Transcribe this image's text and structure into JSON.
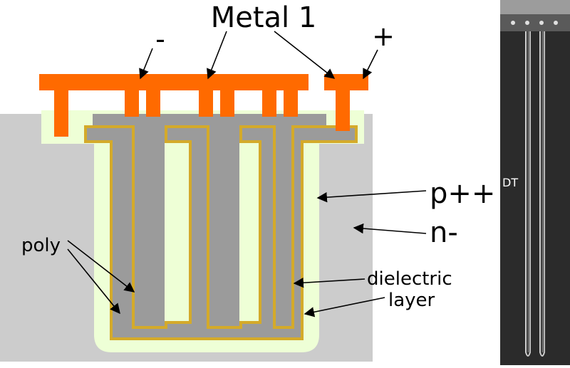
{
  "labels": {
    "metal": "Metal 1",
    "minus": "-",
    "plus": "+",
    "ppp": "p++",
    "nminus": "n-",
    "poly": "poly",
    "dielectric": "dielectric",
    "layer": "layer",
    "dt": "DT"
  },
  "colors": {
    "metal": "#ff6a00",
    "substrate": "#cccccc",
    "ppp_region": "#eeffd6",
    "poly": "#9b9b9b",
    "dielectric": "#d4aa2a",
    "micrograph_bg": "#2b2b2b"
  }
}
